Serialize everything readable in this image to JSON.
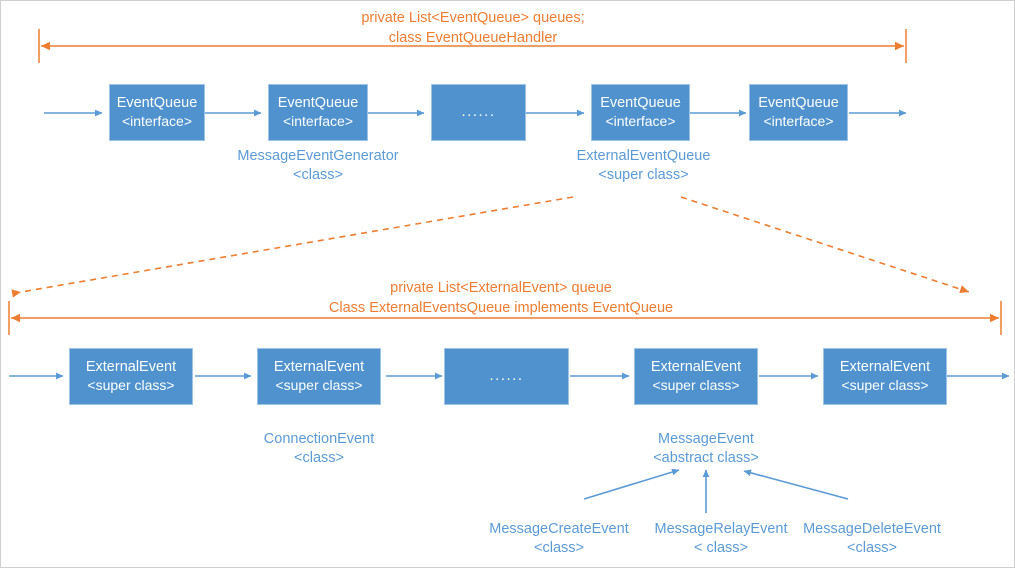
{
  "diagram": {
    "title_top": {
      "line1": "private List<EventQueue> queues;",
      "line2": "class EventQueueHandler"
    },
    "title_mid": {
      "line1": "private List<ExternalEvent> queue",
      "line2": "Class ExternalEventsQueue implements EventQueue"
    },
    "colors": {
      "box_fill": "#4f92cd",
      "box_border": "#9dc3e6",
      "blue_text": "#5b9bd5",
      "orange": "#ed7d31",
      "arrow_blue": "#5b9bd5",
      "frame": "#cfcfcf"
    },
    "top_row": {
      "boxes": [
        {
          "line1": "EventQueue",
          "line2": "<interface>"
        },
        {
          "line1": "EventQueue",
          "line2": "<interface>"
        },
        {
          "line1": "......",
          "line2": ""
        },
        {
          "line1": "EventQueue",
          "line2": "<interface>"
        },
        {
          "line1": "EventQueue",
          "line2": "<interface>"
        }
      ],
      "labels": [
        {
          "line1": "MessageEventGenerator",
          "line2": "<class>"
        },
        {
          "line1": "ExternalEventQueue",
          "line2": "<super class>"
        }
      ]
    },
    "bottom_row": {
      "boxes": [
        {
          "line1": "ExternalEvent",
          "line2": "<super class>"
        },
        {
          "line1": "ExternalEvent",
          "line2": "<super class>"
        },
        {
          "line1": "......",
          "line2": ""
        },
        {
          "line1": "ExternalEvent",
          "line2": "<super class>"
        },
        {
          "line1": "ExternalEvent",
          "line2": "<super class>"
        }
      ],
      "labels": [
        {
          "line1": "ConnectionEvent",
          "line2": "<class>"
        },
        {
          "line1": "MessageEvent",
          "line2": "<abstract class>"
        }
      ]
    },
    "subclasses": [
      {
        "line1": "MessageCreateEvent",
        "line2": "<class>"
      },
      {
        "line1": "MessageRelayEvent",
        "line2": "< class>"
      },
      {
        "line1": "MessageDeleteEvent",
        "line2": "<class>"
      }
    ]
  }
}
